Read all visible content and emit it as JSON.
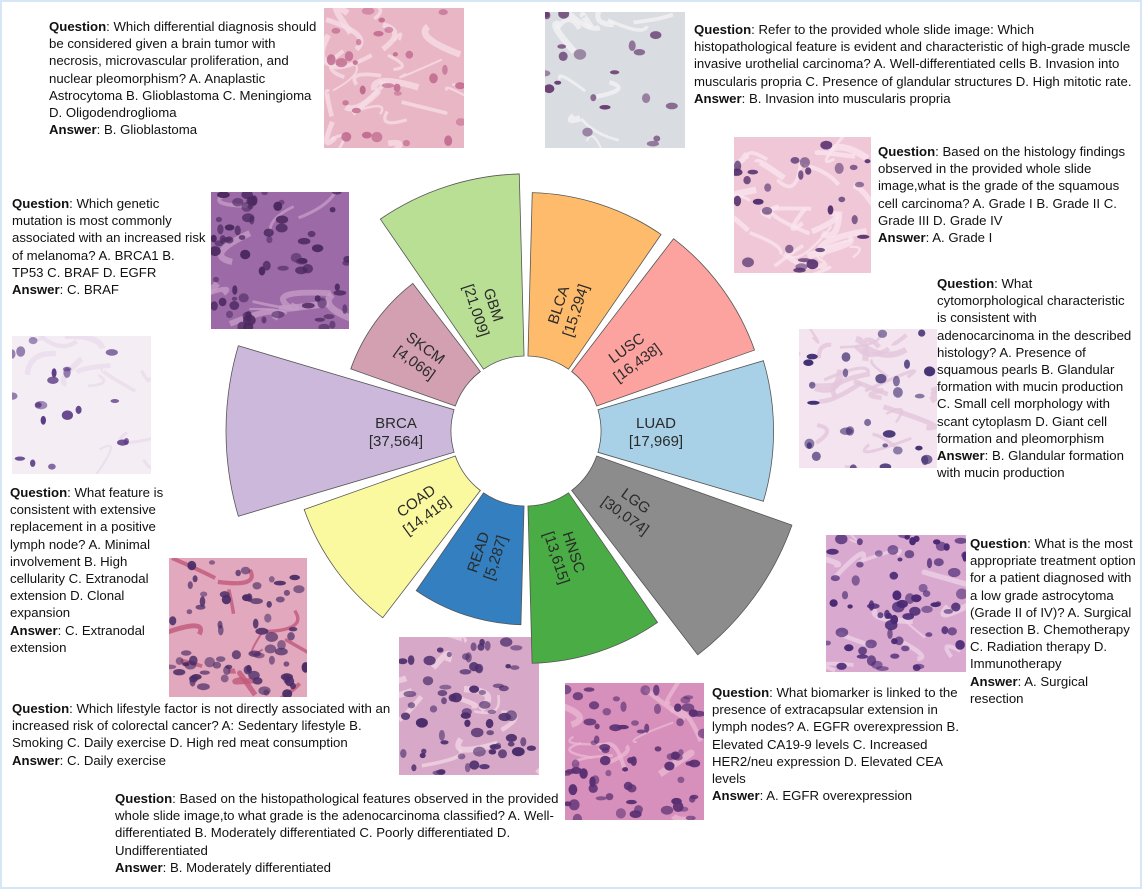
{
  "segments": [
    {
      "id": "gbm",
      "name": "GBM",
      "count": "[21,009]",
      "color": "#b8df94",
      "value": 21009
    },
    {
      "id": "blca",
      "name": "BLCA",
      "count": "[15,294]",
      "color": "#fdbb6b",
      "value": 15294
    },
    {
      "id": "lusc",
      "name": "LUSC",
      "count": "[16,438]",
      "color": "#fca3a0",
      "value": 16438
    },
    {
      "id": "luad",
      "name": "LUAD",
      "count": "[17,969]",
      "color": "#a8d1e7",
      "value": 17969
    },
    {
      "id": "lgg",
      "name": "LGG",
      "count": "[30,074]",
      "color": "#8c8c8c",
      "value": 30074
    },
    {
      "id": "hnsc",
      "name": "HNSC",
      "count": "[13,615]",
      "color": "#4aac45",
      "value": 13615
    },
    {
      "id": "read",
      "name": "READ",
      "count": "[5,287]",
      "color": "#337fbf",
      "value": 5287
    },
    {
      "id": "coad",
      "name": "COAD",
      "count": "[14,418]",
      "color": "#fbf9a0",
      "value": 14418
    },
    {
      "id": "brca",
      "name": "BRCA",
      "count": "[37,564]",
      "color": "#ccb8db",
      "value": 37564
    },
    {
      "id": "skcm",
      "name": "SKCM",
      "count": "[4,066]",
      "color": "#d3a0b2",
      "value": 4066
    }
  ],
  "labels": {
    "question": "Question",
    "answer": "Answer"
  },
  "qa": {
    "gbm": {
      "q": ": Which differential diagnosis should be considered given a brain tumor with necrosis, microvascular proliferation, and nuclear pleomorphism? A. Anaplastic Astrocytoma B. Glioblastoma C. Meningioma D. Oligodendroglioma",
      "a": ": B. Glioblastoma"
    },
    "blca": {
      "q": ": Refer to the provided whole slide image: Which histopathological feature is evident and characteristic of high-grade muscle invasive urothelial carcinoma? A. Well-differentiated cells B. Invasion into muscularis propria C. Presence of glandular structures D. High mitotic rate.",
      "a": ": B. Invasion into muscularis propria"
    },
    "lusc": {
      "q": ": Based on the histology findings observed in the provided whole slide image,what is the grade of the squamous cell carcinoma? A. Grade I B. Grade II C. Grade III D. Grade IV",
      "a": ": A. Grade I"
    },
    "skcm": {
      "q": ": Which genetic mutation is most commonly associated with an increased risk of melanoma? A. BRCA1 B. TP53 C. BRAF D. EGFR",
      "a": ": C. BRAF"
    },
    "luad": {
      "q": ": What cytomorphological characteristic is consistent with adenocarcinoma in the described histology? A. Presence of squamous pearls B. Glandular formation with mucin production C. Small cell morphology with scant cytoplasm D. Giant cell formation and pleomorphism",
      "a": ": B. Glandular formation with mucin production"
    },
    "brca": {
      "q": ": What feature is consistent with extensive replacement in a positive lymph node? A. Minimal involvement B. High cellularity C. Extranodal extension D. Clonal expansion",
      "a": ": C. Extranodal extension"
    },
    "lgg": {
      "q": ": What is the most appropriate treatment option for a patient diagnosed with a low grade astrocytoma (Grade II of IV)? A. Surgical resection B. Chemotherapy C. Radiation therapy D. Immunotherapy",
      "a": ": A. Surgical resection"
    },
    "coad": {
      "q": ": Which lifestyle factor is not directly associated with an increased risk of colorectal cancer? A: Sedentary lifestyle B. Smoking C. Daily exercise D. High red meat consumption",
      "a": ": C. Daily exercise"
    },
    "hnsc": {
      "q": ": What biomarker is linked to the presence of extracapsular extension in lymph nodes? A. EGFR overexpression B. Elevated CA19-9 levels C. Increased HER2/neu expression D. Elevated CEA levels",
      "a": ": A. EGFR overexpression"
    },
    "read": {
      "q": ": Based on the histopathological features observed in the provided whole slide image,to what grade is the adenocarcinoma classified? A. Well-differentiated B. Moderately differentiated C. Poorly differentiated D. Undifferentiated",
      "a": ": B. Moderately differentiated"
    }
  },
  "patches": [
    {
      "id": "gbm",
      "bg": "#e9b6c6",
      "cell": "#c06a8e",
      "fiber": "#f6dce5",
      "kind": "fibrous"
    },
    {
      "id": "blca",
      "bg": "#d9dde1",
      "cell": "#6a3f74",
      "fiber": "#f2f2f4",
      "kind": "sparse"
    },
    {
      "id": "lusc",
      "bg": "#efc7d6",
      "cell": "#54306e",
      "fiber": "#f9e4ec",
      "kind": "fibrous"
    },
    {
      "id": "skcm",
      "bg": "#9c6aa6",
      "cell": "#4b2860",
      "fiber": "#c49bc7",
      "kind": "dense"
    },
    {
      "id": "luad",
      "bg": "#f3e4ef",
      "cell": "#3d2a6e",
      "fiber": "#e3c6dc",
      "kind": "fibrous"
    },
    {
      "id": "brca",
      "bg": "#f4eef4",
      "cell": "#5c3c86",
      "fiber": "#ebdcec",
      "kind": "sparse"
    },
    {
      "id": "lgg",
      "bg": "#d9a9cf",
      "cell": "#4a2a74",
      "fiber": "#ecd0e6",
      "kind": "dense"
    },
    {
      "id": "coad",
      "bg": "#e2a8bd",
      "cell": "#4a2c66",
      "fiber": "#c2587a",
      "kind": "dense"
    },
    {
      "id": "read",
      "bg": "#d7a8c7",
      "cell": "#4c2e6c",
      "fiber": "#f0d3e2",
      "kind": "dense"
    },
    {
      "id": "hnsc",
      "bg": "#d78fbb",
      "cell": "#5a3072",
      "fiber": "#eab7d3",
      "kind": "dense"
    }
  ]
}
